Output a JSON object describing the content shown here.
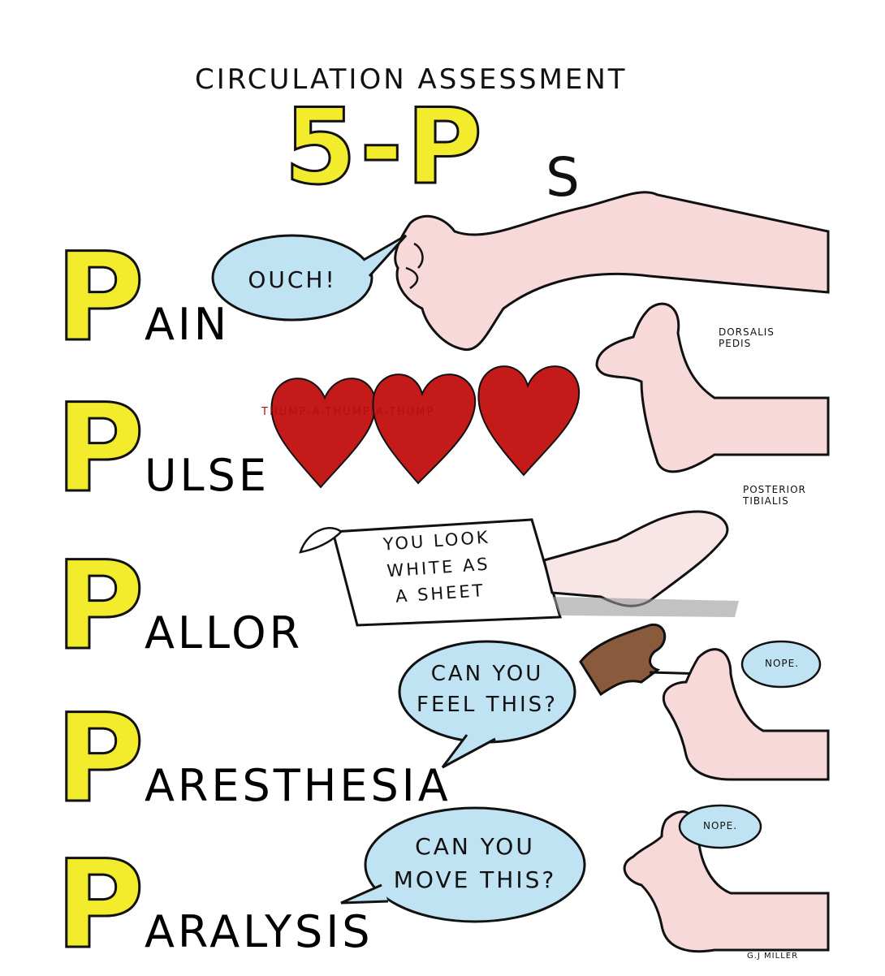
{
  "header": {
    "title": "CIRCULATION ASSESSMENT",
    "big": "5-P",
    "suffix": "S"
  },
  "items": [
    {
      "letter": "P",
      "rest": "AIN"
    },
    {
      "letter": "P",
      "rest": "ULSE"
    },
    {
      "letter": "P",
      "rest": "ALLOR"
    },
    {
      "letter": "P",
      "rest": "ARESTHESIA"
    },
    {
      "letter": "P",
      "rest": "ARALYSIS"
    }
  ],
  "bubbles": {
    "ouch": "OUCH!",
    "heartbeat": "THUMP-A-THUMP-A-THUMP",
    "pallor_line1": "YOU LOOK",
    "pallor_line2": "WHITE AS",
    "pallor_line3": "A SHEET",
    "feel_line1": "CAN YOU",
    "feel_line2": "FEEL THIS?",
    "feel_reply": "NOPE.",
    "move_line1": "CAN YOU",
    "move_line2": "MOVE THIS?",
    "move_reply": "NOPE."
  },
  "labels": {
    "dorsalis_1": "DORSALIS",
    "dorsalis_2": "PEDIS",
    "posterior_1": "POSTERIOR",
    "posterior_2": "TIBIALIS",
    "signature": "G.J MILLER"
  },
  "colors": {
    "yellow": "#f2ec2c",
    "bubble": "#bfe3f2",
    "skin": "#f7d9d9",
    "heart": "#c41a1a"
  }
}
